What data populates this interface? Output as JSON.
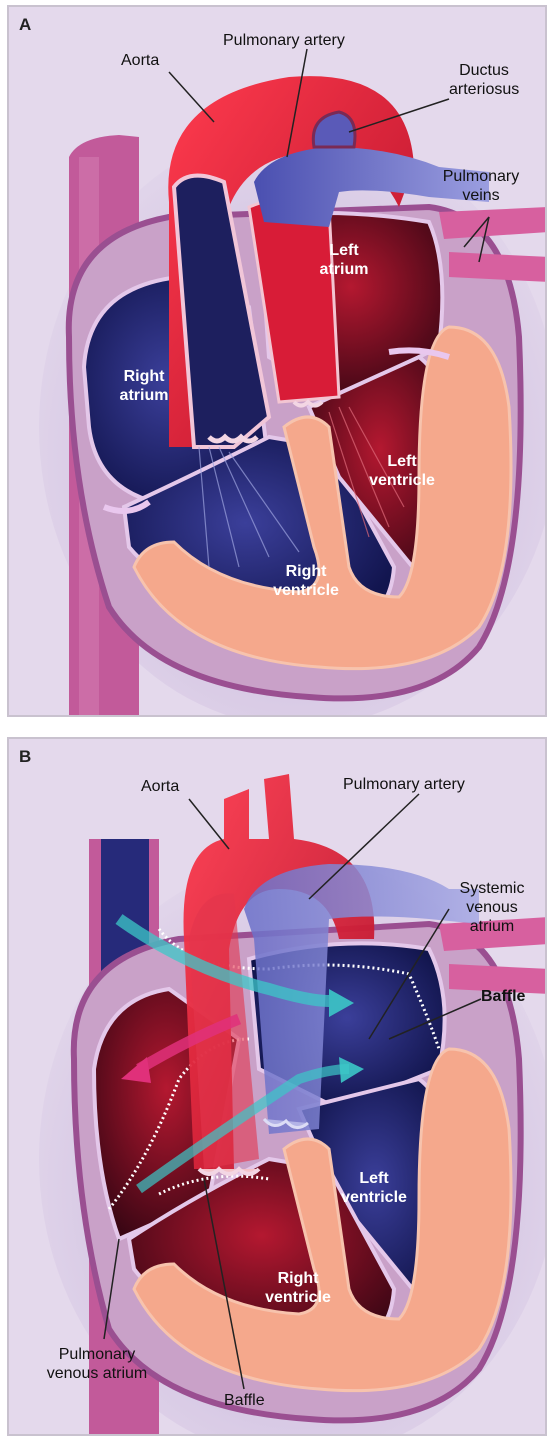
{
  "panel_a": {
    "letter": "A",
    "labels": {
      "aorta": "Aorta",
      "pulmonary_artery": "Pulmonary artery",
      "ductus_1": "Ductus",
      "ductus_2": "arteriosus",
      "pulm_veins_1": "Pulmonary",
      "pulm_veins_2": "veins",
      "left_atrium_1": "Left",
      "left_atrium_2": "atrium",
      "right_atrium_1": "Right",
      "right_atrium_2": "atrium",
      "left_ventricle_1": "Left",
      "left_ventricle_2": "ventricle",
      "right_ventricle_1": "Right",
      "right_ventricle_2": "ventricle"
    }
  },
  "panel_b": {
    "letter": "B",
    "labels": {
      "aorta": "Aorta",
      "pulmonary_artery": "Pulmonary artery",
      "systemic_1": "Systemic",
      "systemic_2": "venous",
      "systemic_3": "atrium",
      "baffle_right": "Baffle",
      "left_ventricle_1": "Left",
      "left_ventricle_2": "ventricle",
      "right_ventricle_1": "Right",
      "right_ventricle_2": "ventricle",
      "pulm_venous_1": "Pulmonary",
      "pulm_venous_2": "venous atrium",
      "baffle_bottom": "Baffle"
    }
  },
  "colors": {
    "background": "#e4d9ec",
    "oxygenated": "#c4122e",
    "deoxygenated": "#1c1f6b",
    "myocardium": "#f5a88c",
    "vessel_wall": "#b3508f",
    "flow_arrow_cyan": "#3cc8c8",
    "flow_arrow_pink": "#e0307a"
  }
}
